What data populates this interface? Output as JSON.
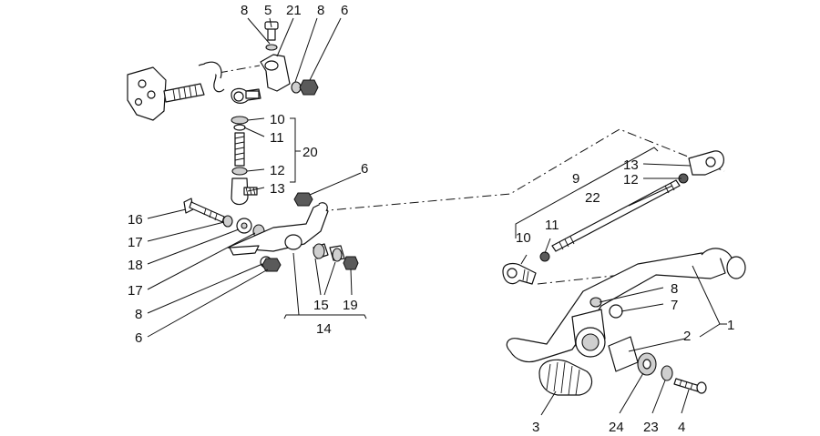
{
  "callouts": {
    "c1": "1",
    "c2": "2",
    "c3": "3",
    "c4": "4",
    "c5": "5",
    "c6a": "6",
    "c6b": "6",
    "c6c": "6",
    "c7": "7",
    "c8a": "8",
    "c8b": "8",
    "c8c": "8",
    "c8d": "8",
    "c9": "9",
    "c10a": "10",
    "c10b": "10",
    "c11a": "11",
    "c11b": "11",
    "c12a": "12",
    "c12b": "12",
    "c13a": "13",
    "c13b": "13",
    "c14": "14",
    "c15": "15",
    "c16": "16",
    "c17a": "17",
    "c17b": "17",
    "c18": "18",
    "c19": "19",
    "c20": "20",
    "c21": "21",
    "c22": "22",
    "c23": "23",
    "c24": "24"
  }
}
